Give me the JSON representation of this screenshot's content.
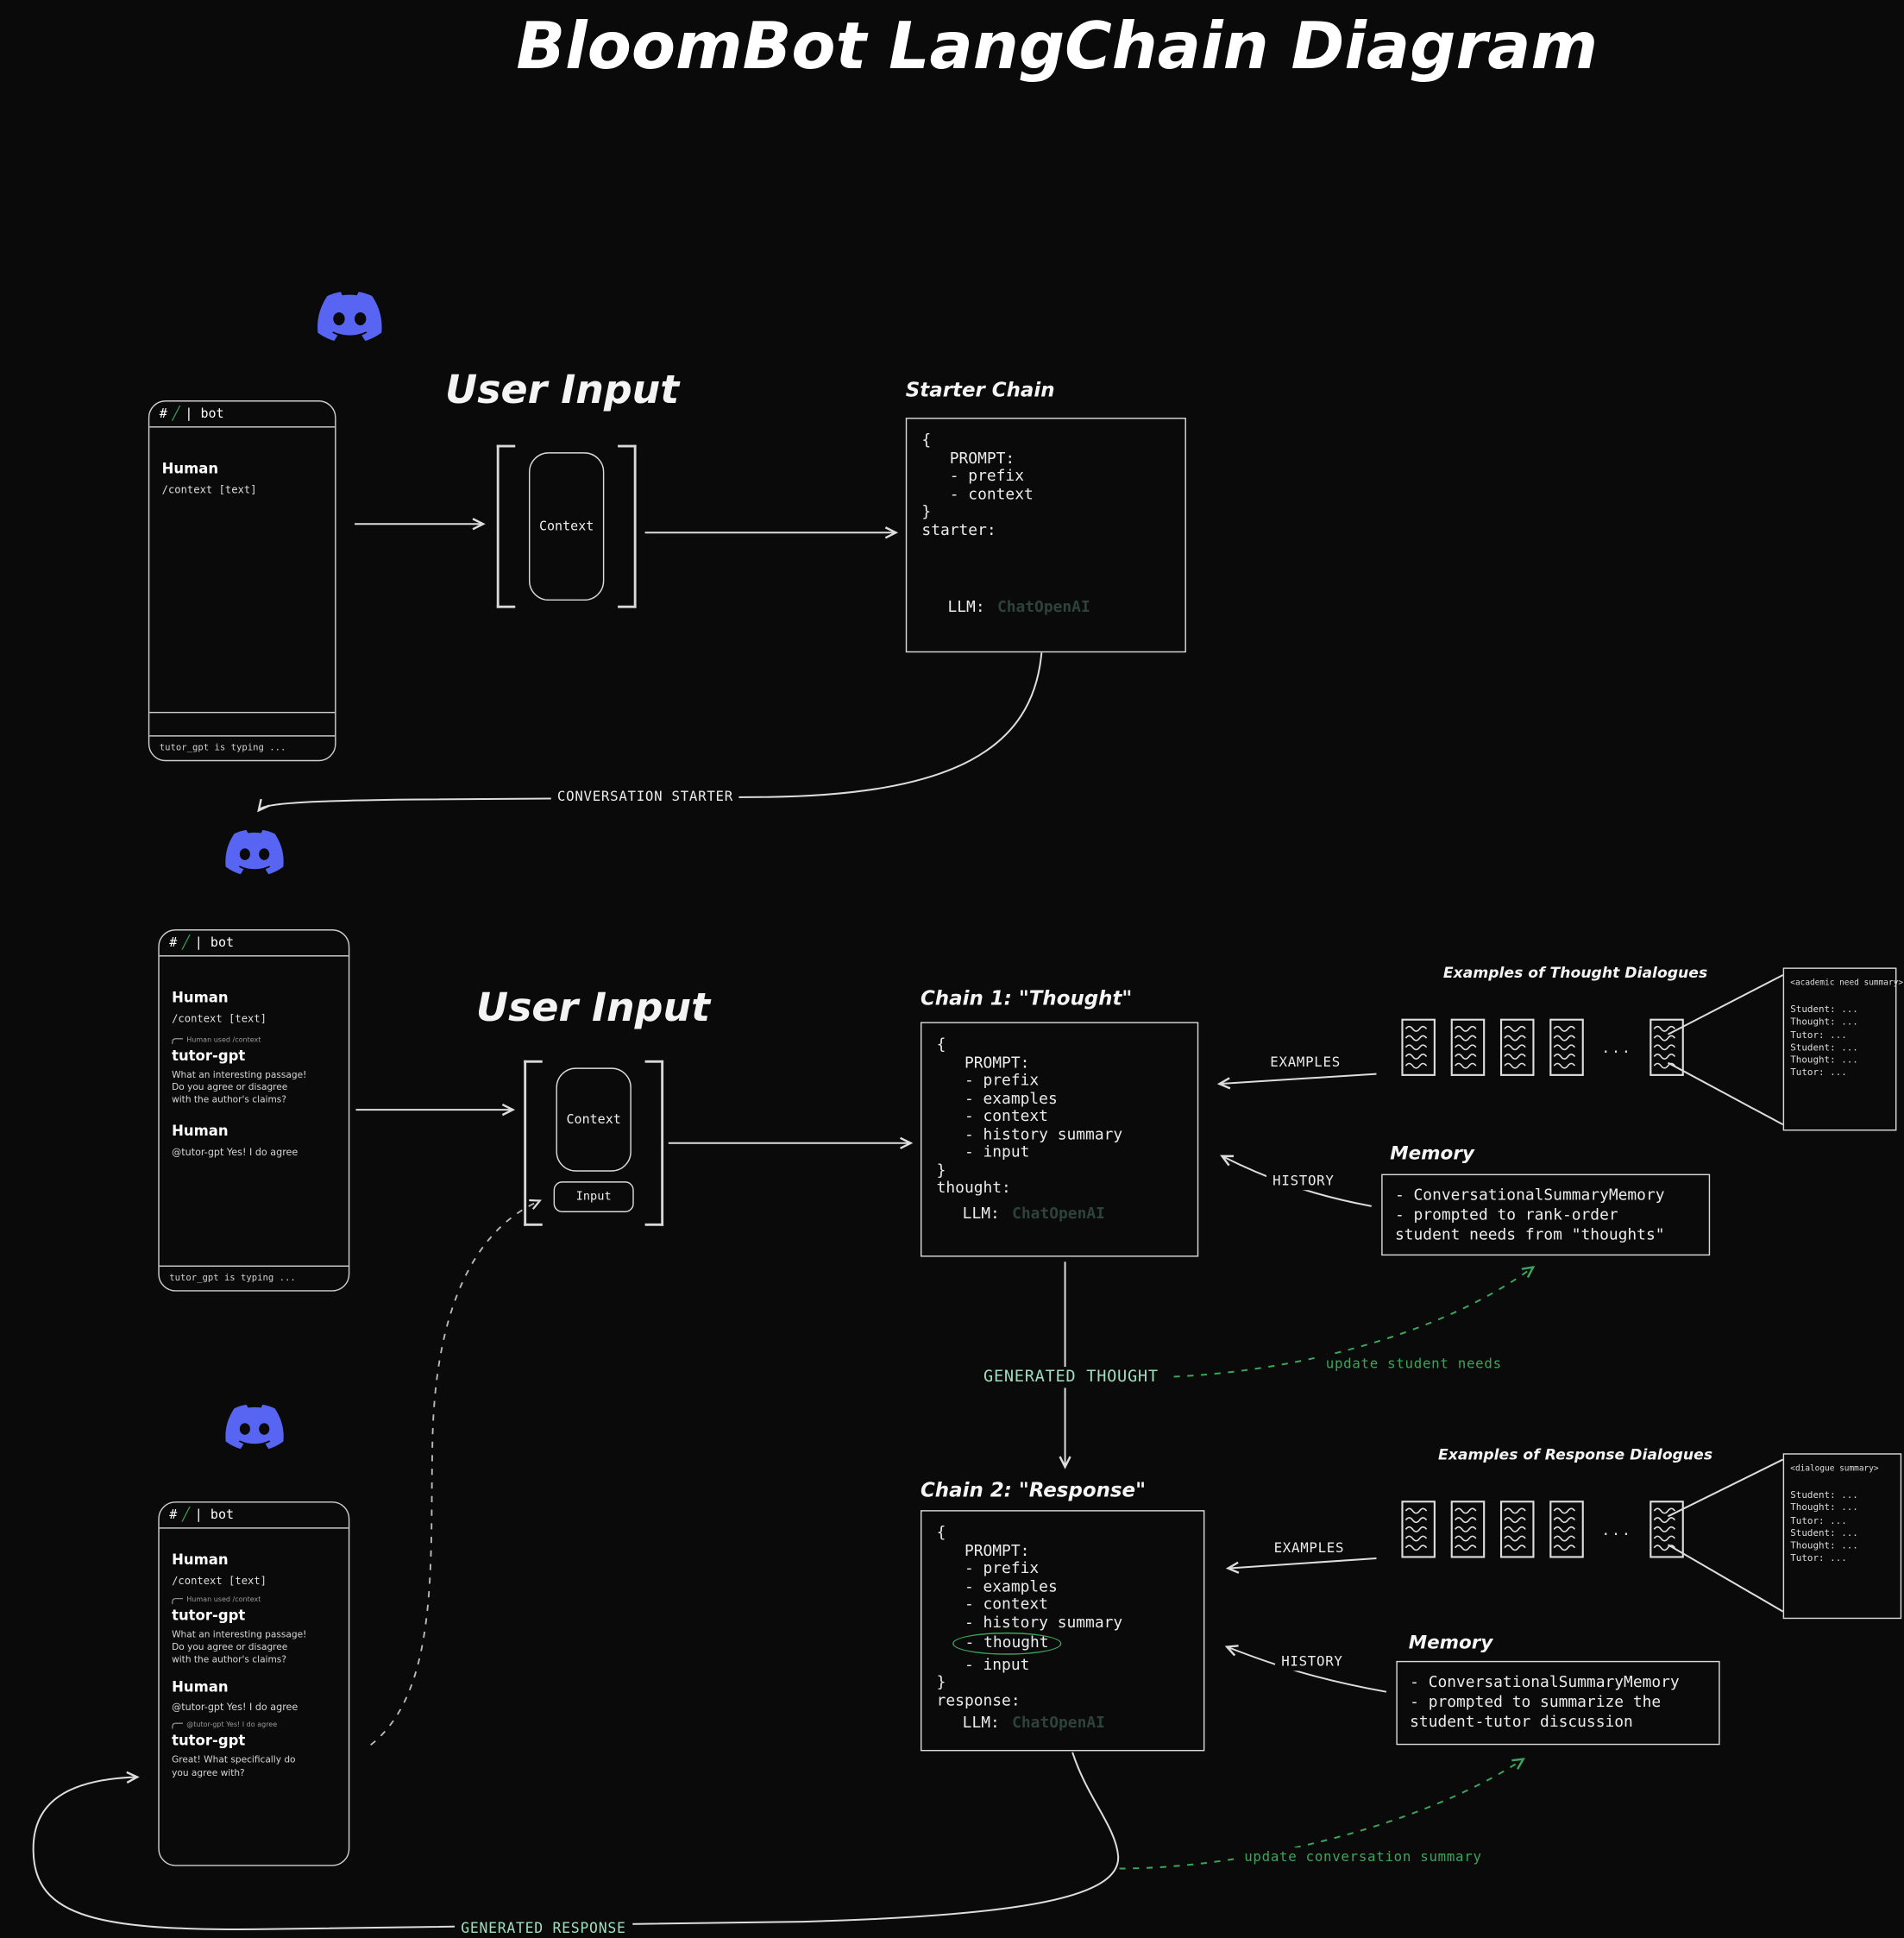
{
  "title": "BloomBot LangChain Diagram",
  "colors": {
    "discord_blue": "#5865F2",
    "accent_green": "#3ba55c",
    "mint_green": "#9fdfbf"
  },
  "icons": {
    "pencil": "╱"
  },
  "labels": {
    "user_input": "User Input",
    "context": "Context",
    "input": "Input",
    "conversation_starter": "CONVERSATION STARTER",
    "examples": "EXAMPLES",
    "history": "HISTORY",
    "generated_thought": "GENERATED THOUGHT",
    "generated_response": "GENERATED RESPONSE",
    "update_student_needs": "update student needs",
    "update_conversation_summary": "update conversation summary",
    "ellipsis": "..."
  },
  "starter_chain": {
    "title": "Starter Chain",
    "body": "{\n   PROMPT:\n   - prefix\n   - context\n}\nstarter:",
    "llm_label": "LLM:",
    "llm_value": "ChatOpenAI"
  },
  "chain1": {
    "title": "Chain 1: \"Thought\"",
    "body": "{\n   PROMPT:\n   - prefix\n   - examples\n   - context\n   - history summary\n   - input\n}\nthought:",
    "llm_label": "LLM:",
    "llm_value": "ChatOpenAI"
  },
  "chain2": {
    "title": "Chain 2: \"Response\"",
    "body_top": "{\n   PROMPT:\n   - prefix\n   - examples\n   - context\n   - history summary",
    "thought_item": "- thought",
    "body_bottom": "   - input\n}\nresponse:",
    "llm_label": "LLM:",
    "llm_value": "ChatOpenAI"
  },
  "memory1": {
    "label": "Memory",
    "text": "- ConversationalSummaryMemory\n- prompted to rank-order\nstudent needs from \"thoughts\""
  },
  "memory2": {
    "label": "Memory",
    "text": "- ConversationalSummaryMemory\n- prompted to summarize the\nstudent-tutor discussion"
  },
  "examples1": {
    "label": "Examples of Thought Dialogues",
    "panel_title": "<academic need summary>",
    "panel_lines": "Student: ...\nThought: ...\nTutor: ...\nStudent: ...\nThought: ...\nTutor: ..."
  },
  "examples2": {
    "label": "Examples of Response Dialogues",
    "panel_title": "<dialogue summary>",
    "panel_lines": "Student: ...\nThought: ...\nTutor: ...\nStudent: ...\nThought: ...\nTutor: ..."
  },
  "phone1": {
    "hash": "#",
    "channel": "| bot",
    "author1": "Human",
    "msg1": "/context [text]",
    "typing": "tutor_gpt is typing ..."
  },
  "phone2": {
    "hash": "#",
    "channel": "| bot",
    "author1": "Human",
    "msg1": "/context [text]",
    "reply1": "Human used /context",
    "author2": "tutor-gpt",
    "msg2": "What an interesting passage!\nDo you agree or disagree\nwith the author's claims?",
    "author3": "Human",
    "msg3": "@tutor-gpt Yes! I do agree",
    "typing": "tutor_gpt is typing ..."
  },
  "phone3": {
    "hash": "#",
    "channel": "| bot",
    "author1": "Human",
    "msg1": "/context [text]",
    "reply1": "Human used /context",
    "author2": "tutor-gpt",
    "msg2": "What an interesting passage!\nDo you agree or disagree\nwith the author's claims?",
    "author3": "Human",
    "msg3": "@tutor-gpt Yes! I do agree",
    "reply2": "@tutor-gpt Yes! I do agree",
    "author4": "tutor-gpt",
    "msg4": "Great! What specifically do\nyou agree with?"
  }
}
